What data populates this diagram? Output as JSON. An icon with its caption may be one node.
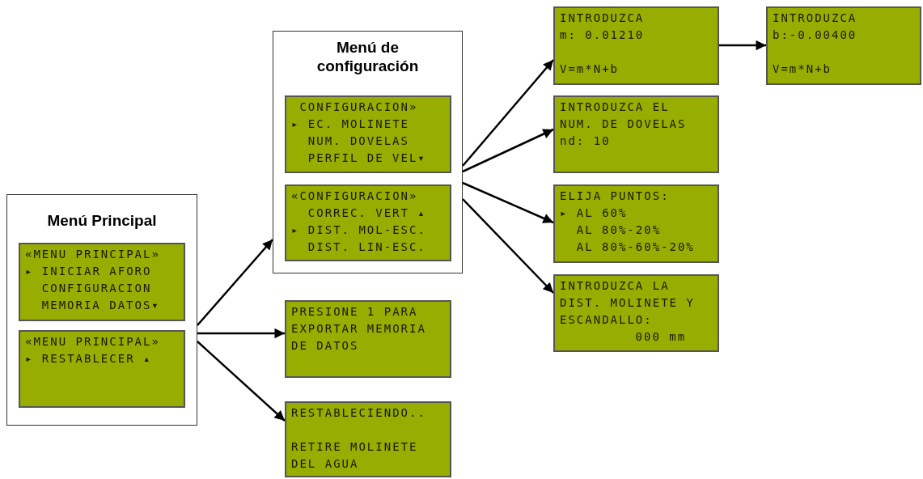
{
  "diagram": {
    "nodes": [
      {
        "text": [
          "Menú Principal"
        ]
      },
      {
        "text": [
          "«MENU PRINCIPAL»",
          "▸ INICIAR AFORO",
          "CONFIGURACION",
          "MEMORIA DATOS▾"
        ],
        "in": 0
      },
      {
        "text": [
          "«MENU PRINCIPAL»",
          "▸ RESTABLECER ▴"
        ],
        "in": 0
      },
      {
        "text": [
          "Menú de configuración"
        ]
      },
      {
        "text": [
          "CONFIGURACION»",
          "▸ EC. MOLINETE",
          "NUM. DOVELAS",
          "PERFIL DE VEL▾"
        ],
        "in": 3
      },
      {
        "text": [
          "«CONFIGURACION»",
          "CORREC. VERT ▴",
          "▸ DIST. MOL-ESC.",
          "DIST. LIN-ESC."
        ],
        "in": 3
      },
      {
        "text": [
          "PRESIONE 1 PARA",
          "EXPORTAR MEMORIA",
          "DE DATOS"
        ]
      },
      {
        "text": [
          "RESTABLECIENDO..",
          "RETIRE MOLINETE",
          "DEL AGUA"
        ]
      },
      {
        "text": [
          "INTRODUZCA",
          "m: 0.01210",
          "V=m*N+b"
        ]
      },
      {
        "text": [
          "INTRODUZCA",
          "b:-0.00400",
          "V=m*N+b"
        ]
      },
      {
        "text": [
          "INTRODUZCA EL",
          "NUM. DE DOVELAS",
          "nd: 10"
        ]
      },
      {
        "text": [
          "ELIJA PUNTOS:",
          "▸ AL 60%",
          "AL 80%-20%",
          "AL 80%-60%-20%"
        ]
      },
      {
        "text": [
          "INTRODUZCA LA",
          "DIST. MOLINETE Y",
          "ESCANDALLO:",
          "000 mm"
        ]
      }
    ],
    "edges": [
      {
        "from": 0,
        "to": 3,
        "arrow": "to"
      },
      {
        "from": 0,
        "to": 6,
        "arrow": "to"
      },
      {
        "from": 0,
        "to": 7,
        "arrow": "to"
      },
      {
        "from": 3,
        "to": 8,
        "arrow": "to"
      },
      {
        "from": 3,
        "to": 10,
        "arrow": "to"
      },
      {
        "from": 3,
        "to": 11,
        "arrow": "to"
      },
      {
        "from": 3,
        "to": 12,
        "arrow": "to"
      },
      {
        "from": 8,
        "to": 9,
        "arrow": "to"
      }
    ]
  }
}
